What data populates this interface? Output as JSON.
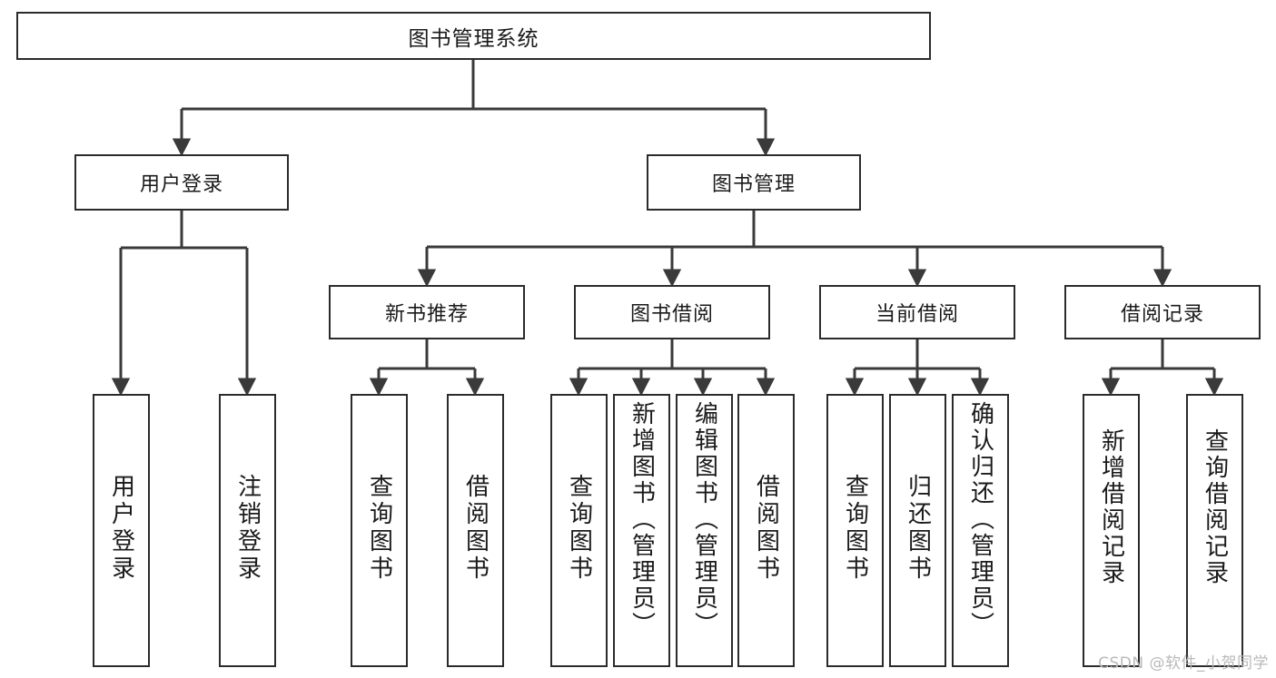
{
  "diagram": {
    "type": "tree",
    "title": "图书管理系统",
    "watermark": "CSDN @软件_小贺同学",
    "colors": {
      "box_border": "#2b2b2b",
      "box_fill": "#ffffff",
      "connector": "#3a3a3a",
      "text": "#1a1a1a",
      "watermark": "#b9b9b9",
      "background": "#ffffff"
    },
    "root": {
      "label": "图书管理系统"
    },
    "level2": [
      {
        "label": "用户登录"
      },
      {
        "label": "图书管理"
      }
    ],
    "level3": [
      {
        "label": "新书推荐"
      },
      {
        "label": "图书借阅"
      },
      {
        "label": "当前借阅"
      },
      {
        "label": "借阅记录"
      }
    ],
    "leaves": {
      "user_login": [
        {
          "label": "用户登录"
        },
        {
          "label": "注销登录"
        }
      ],
      "new_book_recommend": [
        {
          "label": "查询图书"
        },
        {
          "label": "借阅图书"
        }
      ],
      "book_borrow": [
        {
          "label": "查询图书"
        },
        {
          "label": "新增图书（管理员）"
        },
        {
          "label": "编辑图书（管理员）"
        },
        {
          "label": "借阅图书"
        }
      ],
      "current_borrow": [
        {
          "label": "查询图书"
        },
        {
          "label": "归还图书"
        },
        {
          "label": "确认归还（管理员）"
        }
      ],
      "borrow_record": [
        {
          "label": "新增借阅记录"
        },
        {
          "label": "查询借阅记录"
        }
      ]
    }
  }
}
